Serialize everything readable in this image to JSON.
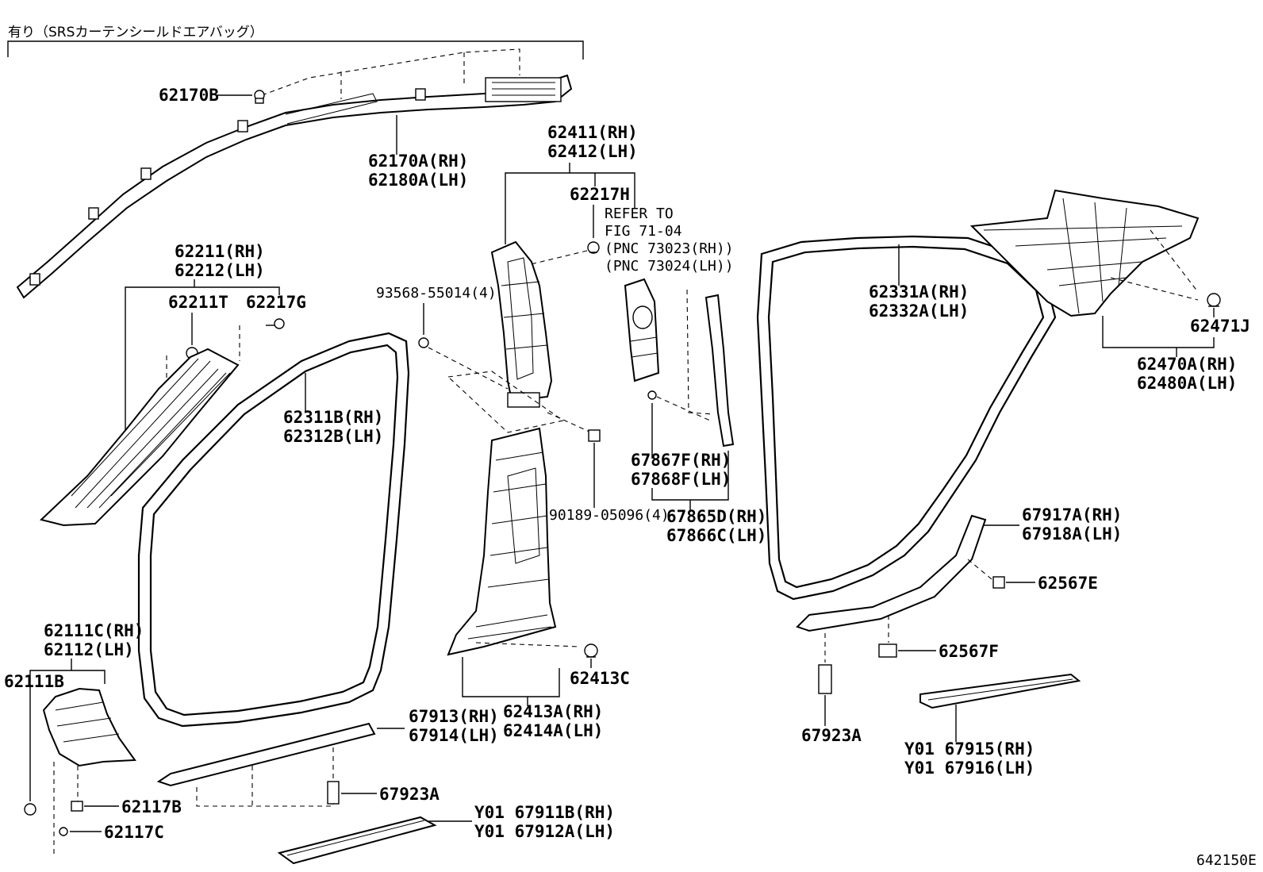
{
  "header": {
    "airbag_note": "有り（SRSカーテンシールドエアバッグ）"
  },
  "figure_code": "642150E",
  "reference_note": {
    "line1": "REFER TO",
    "line2": "FIG 71-04",
    "line3": "(PNC 73023(RH))",
    "line4": "(PNC 73024(LH))"
  },
  "labels": {
    "p62170B": "62170B",
    "p62170A_rh": "62170A(RH)",
    "p62180A_lh": "62180A(LH)",
    "p62411_rh": "62411(RH)",
    "p62412_lh": "62412(LH)",
    "p62217H": "62217H",
    "p62211_rh": "62211(RH)",
    "p62212_lh": "62212(LH)",
    "p62211T": "62211T",
    "p62217G": "62217G",
    "p93568": "93568-55014(4)",
    "p62311B_rh": "62311B(RH)",
    "p62312B_lh": "62312B(LH)",
    "p62331A_rh": "62331A(RH)",
    "p62332A_lh": "62332A(LH)",
    "p62471J": "62471J",
    "p62470A_rh": "62470A(RH)",
    "p62480A_lh": "62480A(LH)",
    "p67867F_rh": "67867F(RH)",
    "p67868F_lh": "67868F(LH)",
    "p90189": "90189-05096(4)",
    "p67865D_rh": "67865D(RH)",
    "p67866C_lh": "67866C(LH)",
    "p67917A_rh": "67917A(RH)",
    "p67918A_lh": "67918A(LH)",
    "p62567E": "62567E",
    "p62111C_rh": "62111C(RH)",
    "p62112_lh": "62112(LH)",
    "p62111B": "62111B",
    "p62413C": "62413C",
    "p62567F": "62567F",
    "p67913_rh": "67913(RH)",
    "p67914_lh": "67914(LH)",
    "p62413A_rh": "62413A(RH)",
    "p62414A_lh": "62414A(LH)",
    "p67923A_left": "67923A",
    "p67923A_right": "67923A",
    "p62117B": "62117B",
    "p62117C": "62117C",
    "p67911B_rh": "Y01 67911B(RH)",
    "p67912A_lh": "Y01 67912A(LH)",
    "p67915_rh": "Y01 67915(RH)",
    "p67916_lh": "Y01 67916(LH)"
  }
}
